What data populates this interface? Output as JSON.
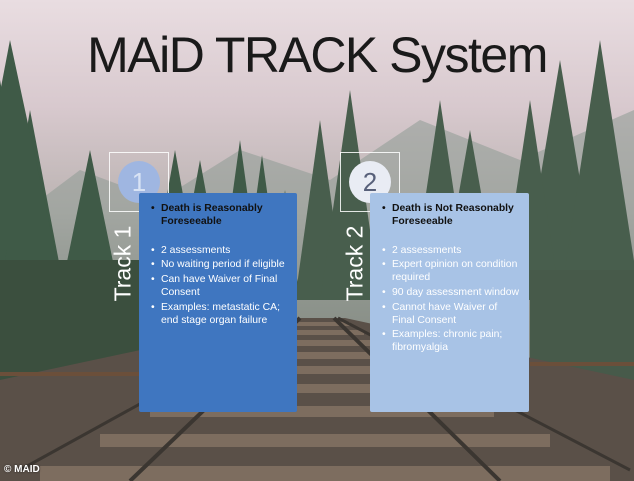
{
  "title": "MAiD TRACK System",
  "credit": "© MAID",
  "colors": {
    "panel1": "#3f76c0",
    "panel2": "#a8c3e6",
    "title": "#1a1a1a"
  },
  "tracks": [
    {
      "number": "1",
      "label": "Track 1",
      "heading": "Death is Reasonably Foreseeable",
      "items": [
        "2 assessments",
        "No waiting period if eligible",
        "Can have Waiver of Final Consent",
        "Examples: metastatic CA; end stage organ failure"
      ]
    },
    {
      "number": "2",
      "label": "Track 2",
      "heading": "Death is Not Reasonably Foreseeable",
      "items": [
        "2 assessments",
        "Expert opinion on condition required",
        "90 day assessment window",
        "Cannot have Waiver of Final Consent",
        "Examples: chronic pain; fibromyalgia"
      ]
    }
  ]
}
